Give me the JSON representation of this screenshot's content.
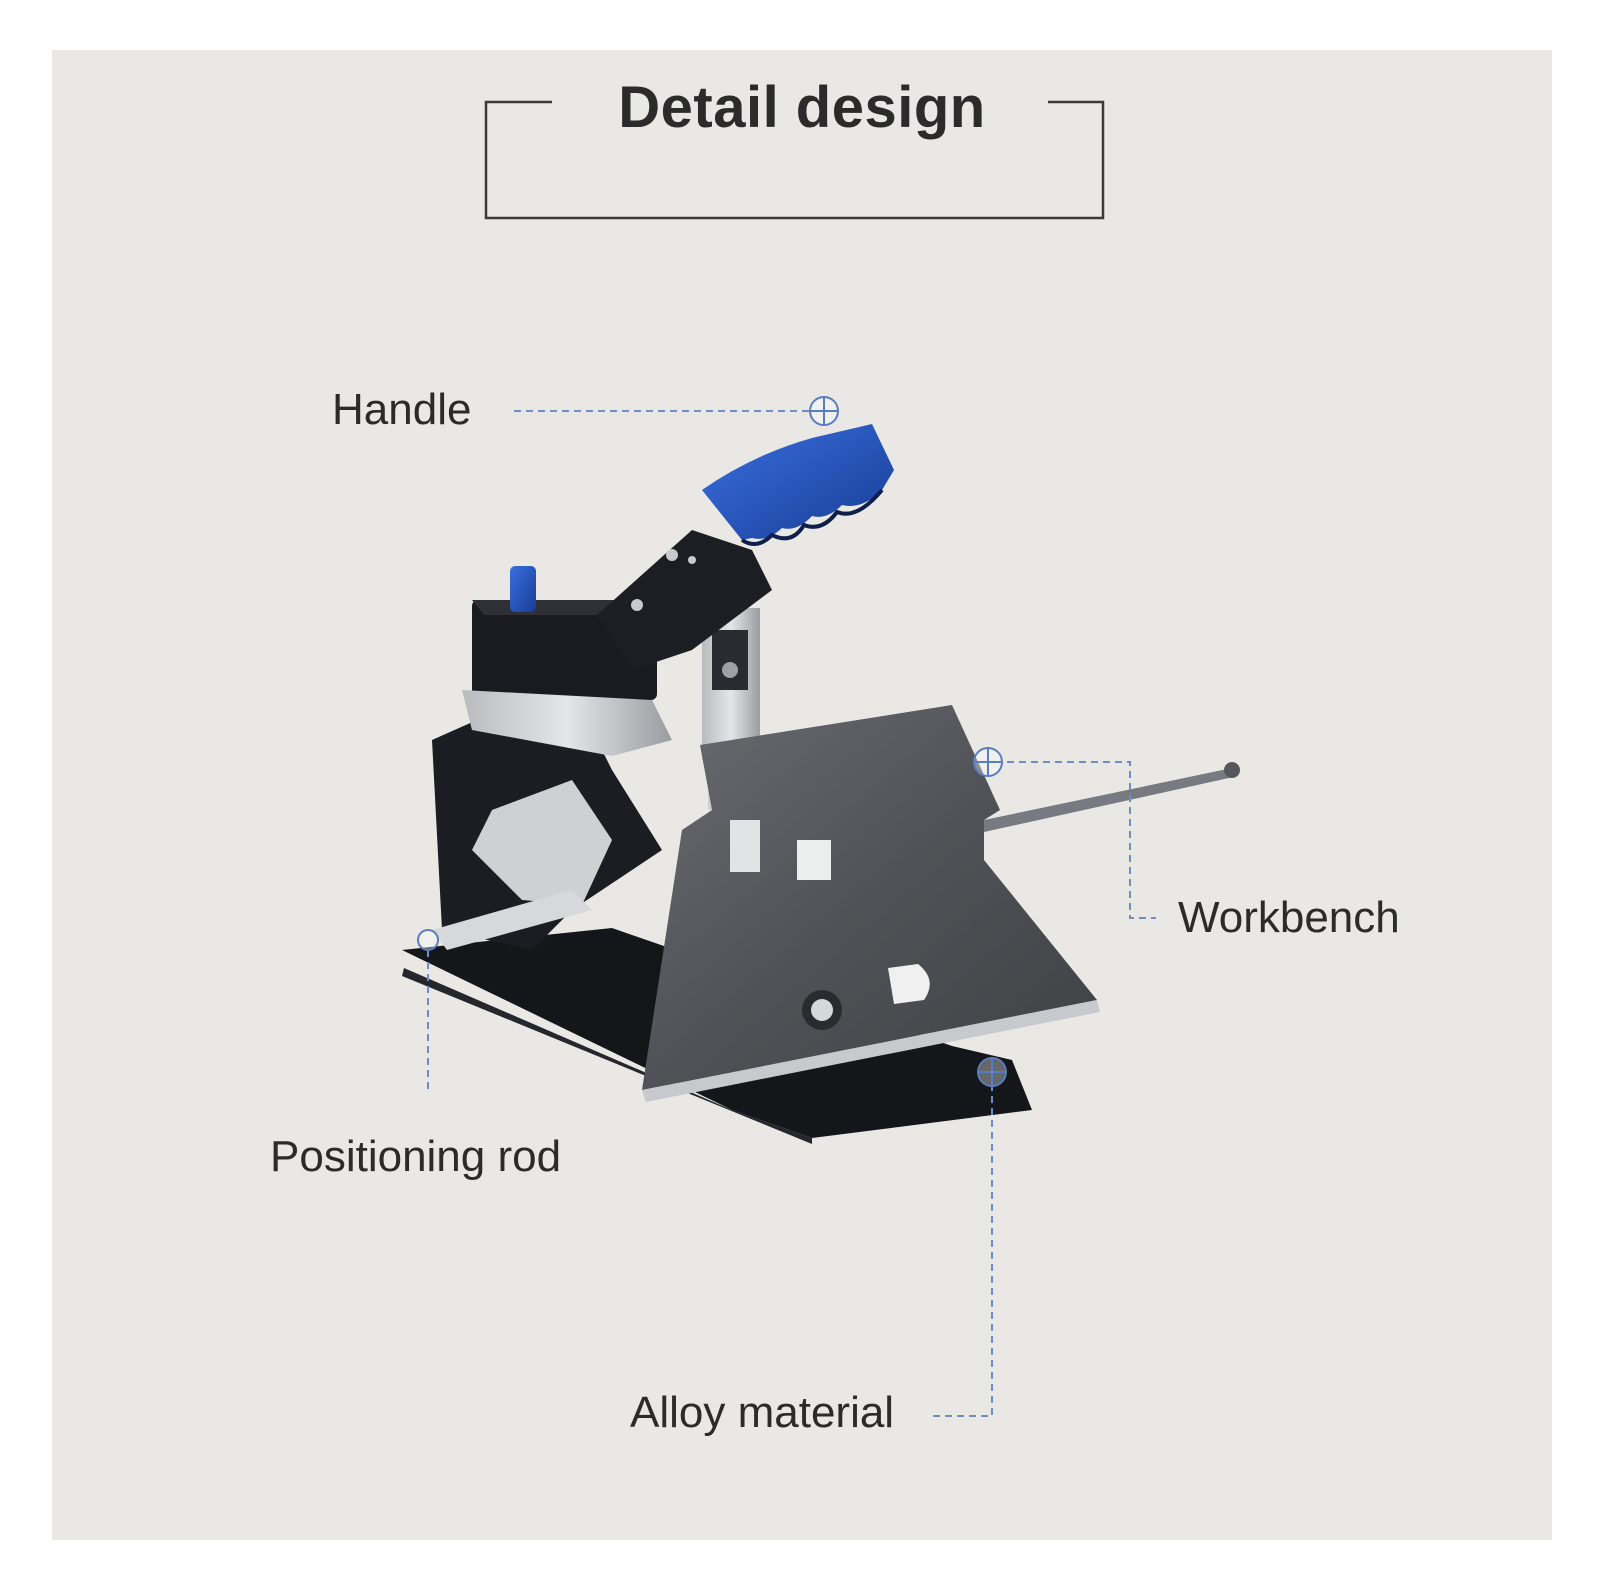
{
  "heading": "Detail design",
  "callouts": {
    "handle": "Handle",
    "workbench": "Workbench",
    "positioning_rod": "Positioning rod",
    "alloy_material": "Alloy material"
  },
  "colors": {
    "background": "#e9e8e5",
    "accent_blue": "#1f4fb8",
    "body_black": "#1c1d22",
    "metal": "#5b5d62",
    "leader_line": "#6f8fc4"
  }
}
